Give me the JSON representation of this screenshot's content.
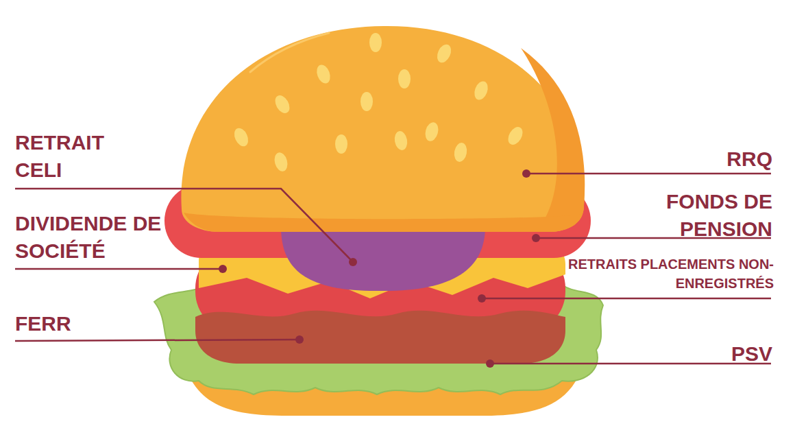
{
  "diagram": {
    "labels": [
      "RETRAIT CELI",
      "DIVIDENDE DE SOCIÉTÉ",
      "FERR",
      "RRQ",
      "FONDS DE PENSION",
      "RETRAITS PLACEMENTS NON-ENREGISTRÉS",
      "PSV"
    ]
  }
}
